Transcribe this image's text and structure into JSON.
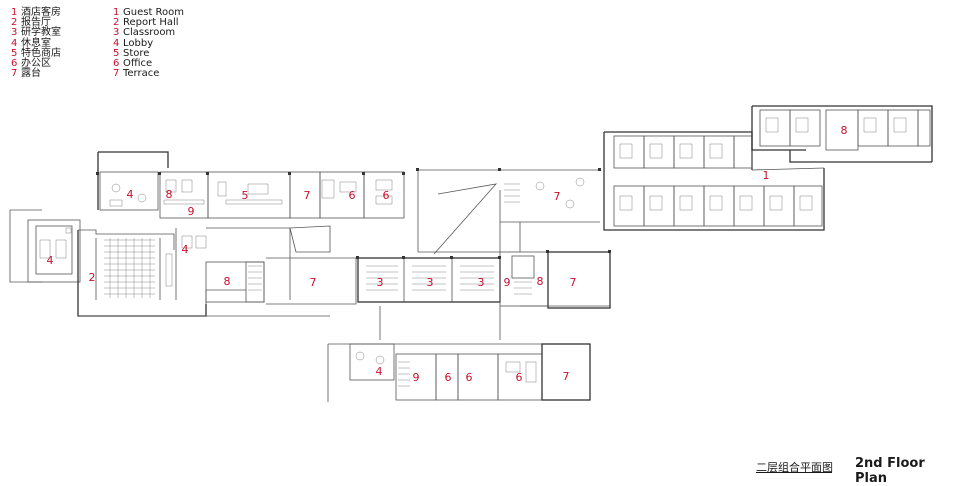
{
  "legend_zh": [
    {
      "num": "1",
      "label": "酒店客房"
    },
    {
      "num": "2",
      "label": "报告厅"
    },
    {
      "num": "3",
      "label": "研学教室"
    },
    {
      "num": "4",
      "label": "休息室"
    },
    {
      "num": "5",
      "label": "特色商店"
    },
    {
      "num": "6",
      "label": "办公区"
    },
    {
      "num": "7",
      "label": "露台"
    }
  ],
  "legend_en": [
    {
      "num": "1",
      "label": "Guest Room"
    },
    {
      "num": "2",
      "label": "Report Hall"
    },
    {
      "num": "3",
      "label": "Classroom"
    },
    {
      "num": "4",
      "label": "Lobby"
    },
    {
      "num": "5",
      "label": "Store"
    },
    {
      "num": "6",
      "label": "Office"
    },
    {
      "num": "7",
      "label": "Terrace"
    }
  ],
  "room_labels": [
    "4",
    "8",
    "9",
    "5",
    "7",
    "6",
    "6",
    "7",
    "1",
    "8",
    "4",
    "2",
    "4",
    "8",
    "7",
    "3",
    "3",
    "3",
    "9",
    "8",
    "7",
    "4",
    "9",
    "6",
    "6",
    "6",
    "7"
  ],
  "title_zh": "二层组合平面图",
  "title_en": "2nd Floor Plan",
  "colors": {
    "label_red": "#c8102e",
    "wall": "#555555",
    "text": "#1a1a1a"
  }
}
